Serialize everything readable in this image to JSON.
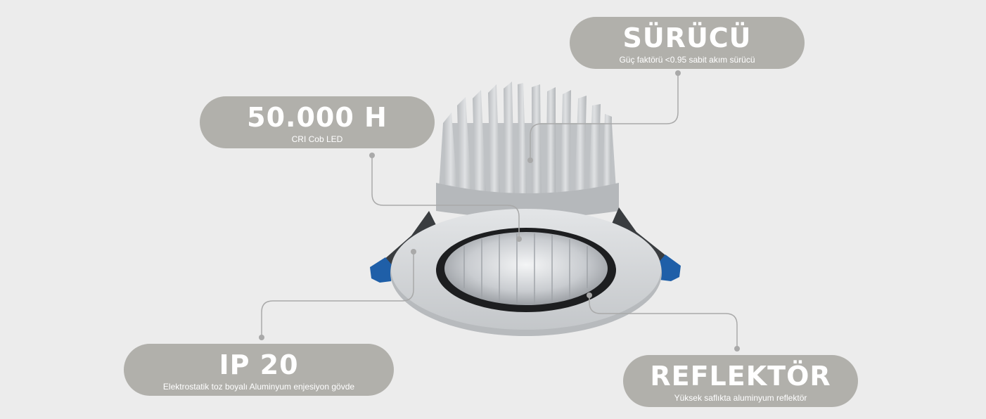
{
  "callouts": {
    "surucu": {
      "title": "SÜRÜCÜ",
      "subtitle": "Güç faktörü <0.95 sabit akım sürücü"
    },
    "lifetime": {
      "title": "50.000 H",
      "subtitle": "CRI Cob LED"
    },
    "ip": {
      "title": "IP 20",
      "subtitle": "Elektrostatik toz boyalı Aluminyum enjesiyon gövde"
    },
    "reflector": {
      "title": "REFLEKTÖR",
      "subtitle": "Yüksek saflıkta aluminyum reflektör"
    }
  },
  "colors": {
    "background": "#ececec",
    "pill": "#b1b0ab",
    "pill_text": "#ffffff",
    "leader_line": "#a9a9a9",
    "clip_blue": "#1f5fa8",
    "heatsink": "#c7c9cb",
    "trim_ring": "#d6d8da"
  },
  "product": {
    "name": "recessed-led-downlight"
  }
}
